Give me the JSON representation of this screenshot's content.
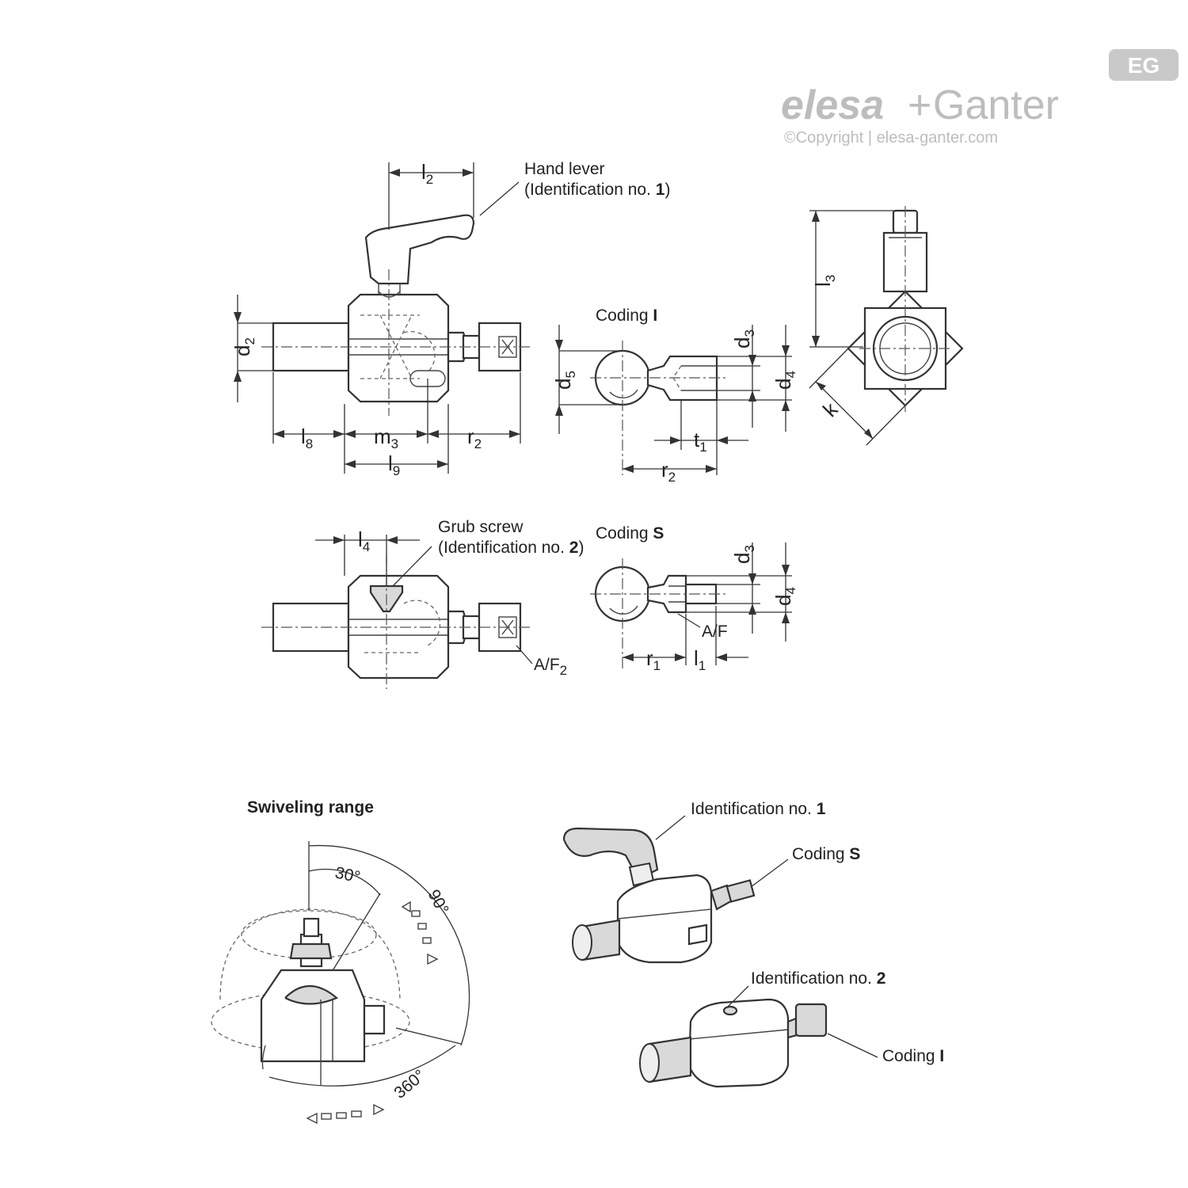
{
  "logo": {
    "badge": "EG",
    "brand_left": "elesa",
    "plus": "+",
    "brand_right": "Ganter",
    "copyright": "©Copyright | elesa-ganter.com"
  },
  "callouts": {
    "hand_lever_line1": "Hand lever",
    "hand_lever_line2": "(Identification no. ",
    "hand_lever_num": "1",
    "grub_screw_line1": "Grub screw",
    "grub_screw_line2": "(Identification no. ",
    "grub_screw_num": "2",
    "coding_prefix": "Coding ",
    "coding_i": "I",
    "coding_s": "S",
    "af": "A/F",
    "af2": "A/F",
    "af2_sub": "2"
  },
  "dimensions": {
    "l2": {
      "base": "l",
      "sub": "2"
    },
    "d2": {
      "base": "d",
      "sub": "2"
    },
    "l8": {
      "base": "l",
      "sub": "8"
    },
    "m3": {
      "base": "m",
      "sub": "3"
    },
    "r2": {
      "base": "r",
      "sub": "2"
    },
    "l9": {
      "base": "l",
      "sub": "9"
    },
    "d5": {
      "base": "d",
      "sub": "5"
    },
    "d3": {
      "base": "d",
      "sub": "3"
    },
    "d4": {
      "base": "d",
      "sub": "4"
    },
    "t1": {
      "base": "t",
      "sub": "1"
    },
    "l3": {
      "base": "l",
      "sub": "3"
    },
    "k": {
      "base": "k",
      "sub": ""
    },
    "l4": {
      "base": "l",
      "sub": "4"
    },
    "r1": {
      "base": "r",
      "sub": "1"
    },
    "l1": {
      "base": "l",
      "sub": "1"
    }
  },
  "swivel": {
    "title": "Swiveling range",
    "a30": "30°",
    "a90": "90°",
    "a360": "360°"
  },
  "iso": {
    "id1_text": "Identification no. ",
    "id1_num": "1",
    "coding_s_text": "Coding ",
    "coding_s_code": "S",
    "id2_text": "Identification no. ",
    "id2_num": "2",
    "coding_i_text": "Coding ",
    "coding_i_code": "I"
  }
}
